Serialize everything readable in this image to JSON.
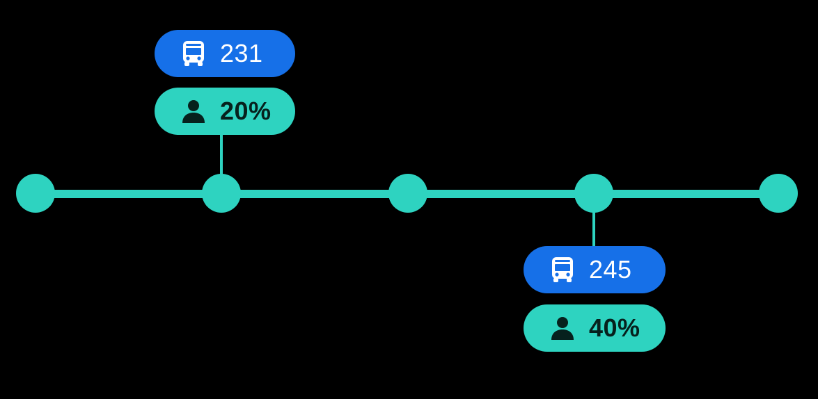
{
  "colors": {
    "route": "#2ed3c0",
    "bus_pill": "#1670e8",
    "occupancy_pill": "#2ed3c0",
    "background": "#000000"
  },
  "markers": [
    {
      "stop_index": 1,
      "bus_icon": "bus-icon",
      "bus_count": "231",
      "person_icon": "person-icon",
      "occupancy": "20%"
    },
    {
      "stop_index": 3,
      "bus_icon": "bus-icon",
      "bus_count": "245",
      "person_icon": "person-icon",
      "occupancy": "40%"
    }
  ],
  "stops_count": 5
}
